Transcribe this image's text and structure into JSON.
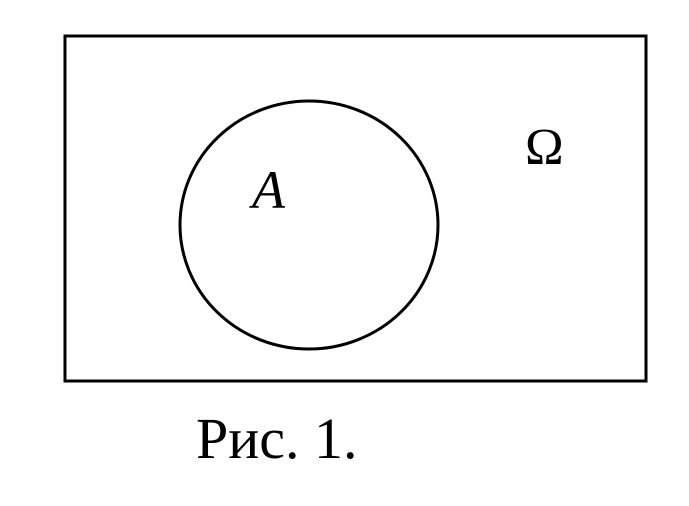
{
  "diagram": {
    "universe_label": "Ω",
    "set_label": "A",
    "caption": "Рис. 1.",
    "stroke_color": "#000000",
    "background_color": "#ffffff"
  }
}
